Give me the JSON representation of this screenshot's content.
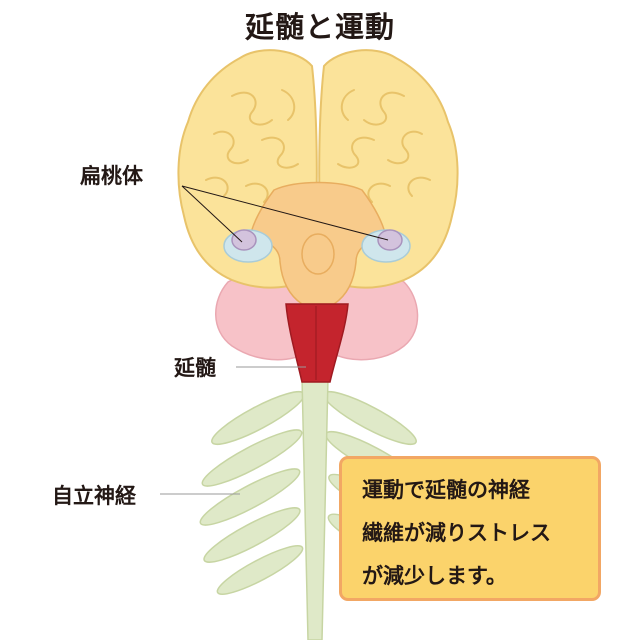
{
  "title": "延髄と運動",
  "labels": {
    "amygdala": "扁桃体",
    "medulla": "延髄",
    "autonomic_nerve": "自立神経"
  },
  "callout": {
    "lines": [
      "運動で延髄の神経",
      "繊維が減りストレス",
      "が減少します。"
    ]
  },
  "colors": {
    "cerebrum": "#fbe39a",
    "cerebrum_outline": "#e8c36a",
    "brainstem": "#f8cb8b",
    "cerebellum": "#f7c2c8",
    "amygdala": "#d3c3dd",
    "medulla": "#c4242d",
    "spinal_nerve": "#dfe9c8",
    "callout_fill": "#fbd36b",
    "callout_border": "#f2a764"
  }
}
